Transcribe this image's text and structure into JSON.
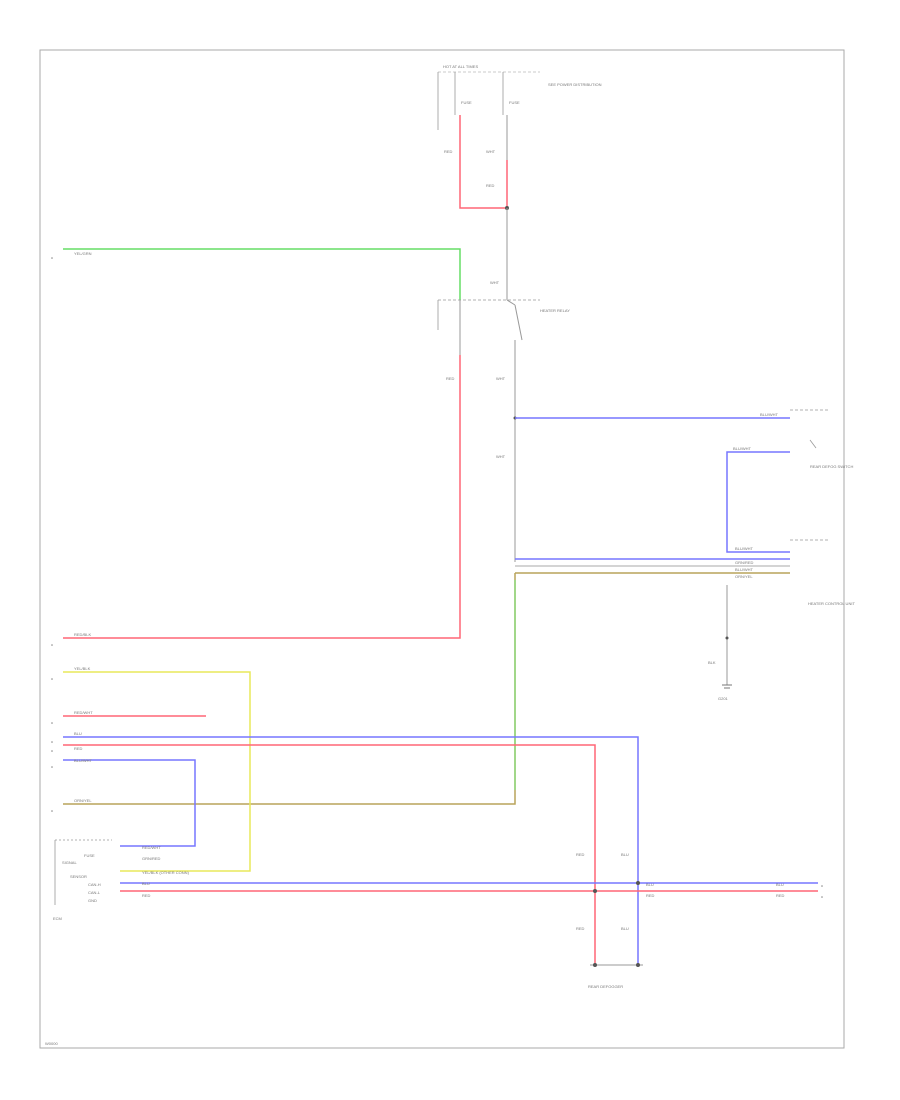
{
  "wire_colors": {
    "red": "#ff6677",
    "blue": "#7777ff",
    "green": "#66dd66",
    "yellow": "#e8e85a",
    "olive": "#b9a35a",
    "gray": "#999999",
    "frame": "#aaaaaa"
  },
  "labels": {
    "top_connector": "HOT AT ALL TIMES",
    "fuse_box_a": "FUSE",
    "fuse_box_b": "FUSE",
    "fuse_note": "SEE POWER DISTRIBUTION",
    "w_top_left": "RED",
    "w_top_right": "WHT",
    "w_top_mid": "RED",
    "w_green_left": "YEL/GRN",
    "relay_top": "WHT",
    "relay_label": "HEATER RELAY",
    "relay_out_left": "RED",
    "relay_out_right": "WHT",
    "w_mid_vertical": "WHT",
    "sw_wire_1": "BLU/WHT",
    "sw_wire_2": "BLU/WHT",
    "sw_name": "REAR DEFOG SWITCH",
    "unit_wire_1": "BLU/WHT",
    "unit_wire_2": "GRN/RED",
    "unit_wire_3": "BLU/WHT",
    "unit_wire_4": "ORN/YEL",
    "unit_name": "HEATER CONTROL UNIT",
    "ground_wire": "BLK",
    "ground_name": "G201",
    "left_w1": "RED/BLK",
    "left_w2": "YEL/BLK",
    "left_w3": "RED/WHT",
    "left_w4": "BLU",
    "left_w5": "RED",
    "left_w6": "BLU/WHT",
    "left_w7": "ORN/YEL",
    "conn_w1": "RED/WHT",
    "conn_w2": "GRN/RED",
    "conn_w3": "YEL/BLK (OTHER CONN)",
    "conn_w4": "BLU",
    "conn_w5": "RED",
    "conn_r1": "BLU",
    "conn_r2": "RED",
    "conn_r3": "BLU",
    "conn_r4": "RED",
    "bot_red_top": "RED",
    "bot_blu_top": "BLU",
    "bot_red_bot": "RED",
    "bot_blu_bot": "BLU",
    "bot_component": "REAR DEFOGGER",
    "left_module": "ECM",
    "pins": [
      "FUSE",
      "SIGNAL",
      "SENSOR",
      "CAN-H",
      "CAN-L",
      "GND"
    ],
    "page_code": "W0000"
  }
}
